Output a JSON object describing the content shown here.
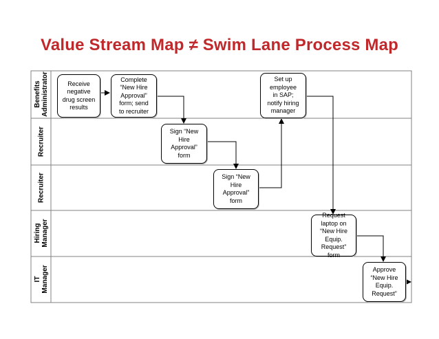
{
  "title": "Value Stream Map ≠ Swim Lane Process Map",
  "lanes": [
    {
      "label": "Benefits\nAdministrator"
    },
    {
      "label": "Recruiter"
    },
    {
      "label": "Recruiter"
    },
    {
      "label": "Hiring\nManager"
    },
    {
      "label": "IT\nManager"
    }
  ],
  "steps": [
    {
      "text": "Receive\nnegative\ndrug screen\nresults"
    },
    {
      "text": "Complete\n“New Hire\nApproval”\nform; send\nto recruiter"
    },
    {
      "text": "Sign “New\nHire\nApproval”\nform"
    },
    {
      "text": "Sign “New\nHire\nApproval”\nform"
    },
    {
      "text": "Set up\nemployee\nin SAP;\nnotify hiring\nmanager"
    },
    {
      "text": "Request\nlaptop on\n“New Hire\nEquip.\nRequest”\nform"
    },
    {
      "text": "Approve\n“New Hire\nEquip.\nRequest”"
    }
  ]
}
